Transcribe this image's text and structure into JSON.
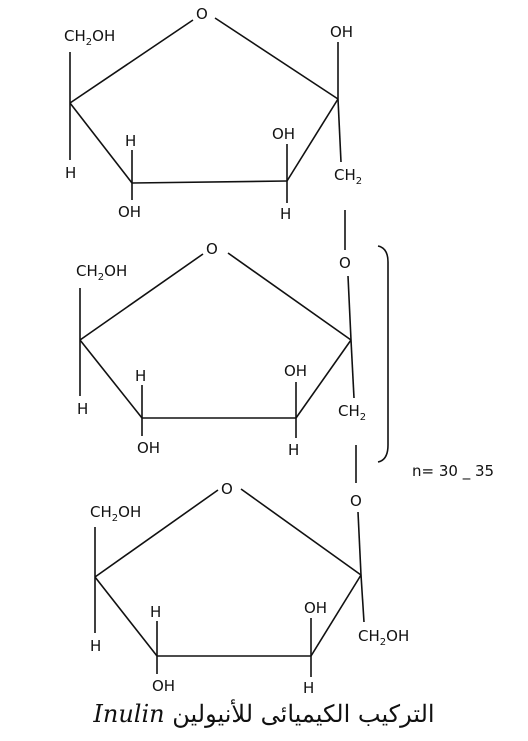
{
  "labels": {
    "ring_oxygen": "O",
    "hydroxyl": "OH",
    "hydrogen": "H",
    "ch2oh_prefix": "CH",
    "ch2oh_sub": "2",
    "ch2oh_suffix": "OH",
    "ch2_prefix": "CH",
    "ch2_sub": "2",
    "bridge_oxygen": "O",
    "repeat_count": "n= 30 _ 35"
  },
  "caption": {
    "arabic": "التركيب الكيميائى للأنيولين",
    "latin": "Inulin"
  }
}
